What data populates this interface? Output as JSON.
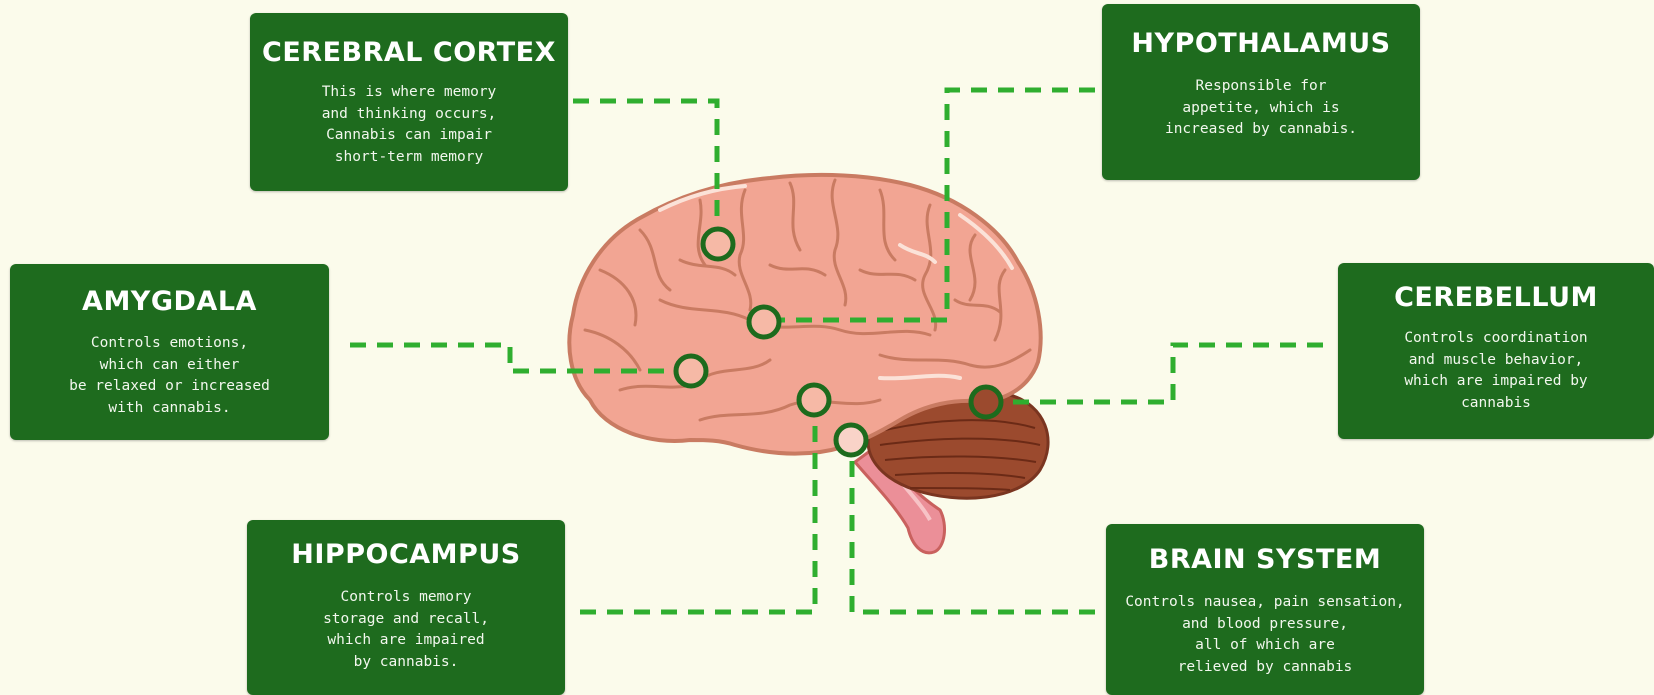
{
  "colors": {
    "background": "#fbfbeb",
    "card": "#1e6b1e",
    "connector": "#2fae2f",
    "marker": "#1d6b1d",
    "brain": "#f2a593"
  },
  "cards": {
    "cerebral_cortex": {
      "title": "CEREBRAL CORTEX",
      "text": "This is where memory\nand thinking occurs,\nCannabis can impair\nshort-term memory"
    },
    "hypothalamus": {
      "title": "HYPOTHALAMUS",
      "text": "Responsible for\nappetite, which is\nincreased by cannabis."
    },
    "amygdala": {
      "title": "AMYGDALA",
      "text": "Controls emotions,\nwhich can either\nbe relaxed or increased\nwith cannabis."
    },
    "cerebellum": {
      "title": "CEREBELLUM",
      "text": "Controls coordination\nand muscle behavior,\nwhich are impaired by\ncannabis"
    },
    "hippocampus": {
      "title": "HIPPOCAMPUS",
      "text": "Controls memory\nstorage and recall,\nwhich are impaired\nby cannabis."
    },
    "brain_system": {
      "title": "BRAIN SYSTEM",
      "text": "Controls nausea, pain sensation,\nand blood pressure,\nall of which are\nrelieved by cannabis"
    }
  }
}
